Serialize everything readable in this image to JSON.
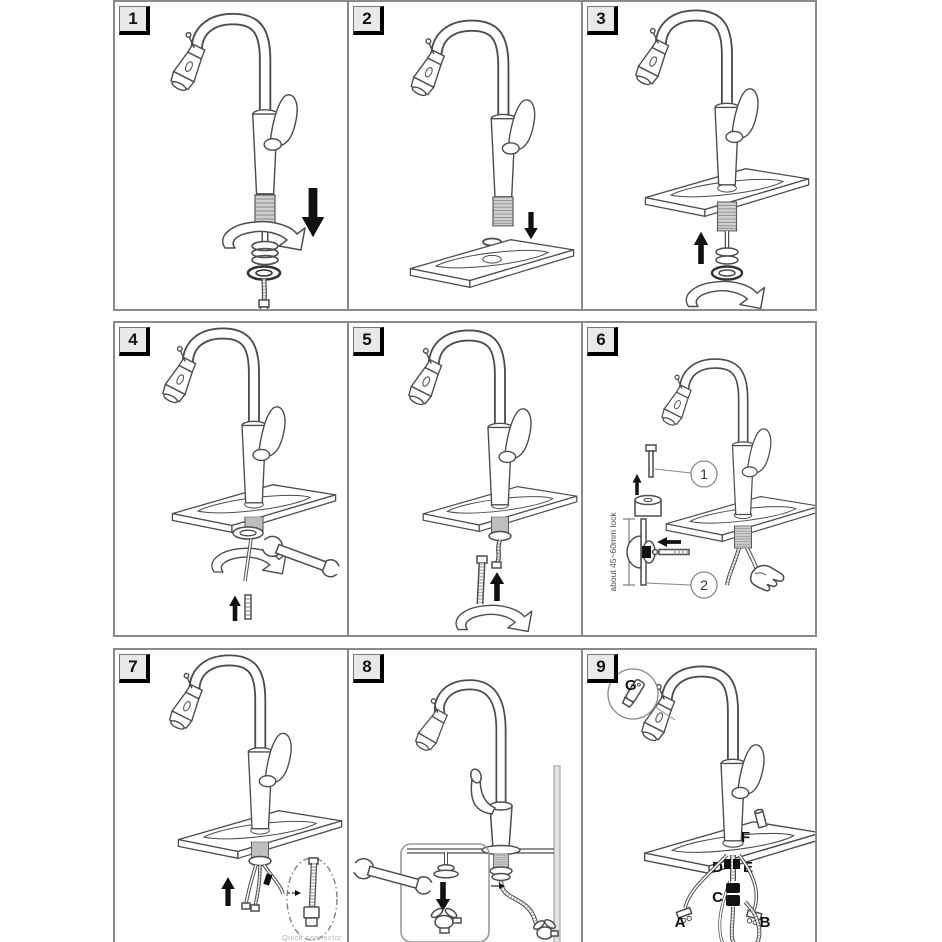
{
  "colors": {
    "background": "#ffffff",
    "line": "#4d4d4d",
    "panel_border": "#8a8a8a",
    "badge_bg": "#e9e9e9",
    "badge_shadow": "#000000",
    "arrow_black": "#111111",
    "caption_gray": "#b5b5b5"
  },
  "panels": [
    {
      "step": "1"
    },
    {
      "step": "2"
    },
    {
      "step": "3"
    },
    {
      "step": "4"
    },
    {
      "step": "5"
    },
    {
      "step": "6",
      "callouts": {
        "one": "1",
        "two": "2"
      },
      "annotation": "about 45~60mm lock"
    },
    {
      "step": "7",
      "caption": "Quick connector"
    },
    {
      "step": "8"
    },
    {
      "step": "9",
      "labels": {
        "A": "A",
        "B": "B",
        "C": "C",
        "D": "D",
        "E": "E",
        "F": "F",
        "G": "G"
      }
    }
  ]
}
